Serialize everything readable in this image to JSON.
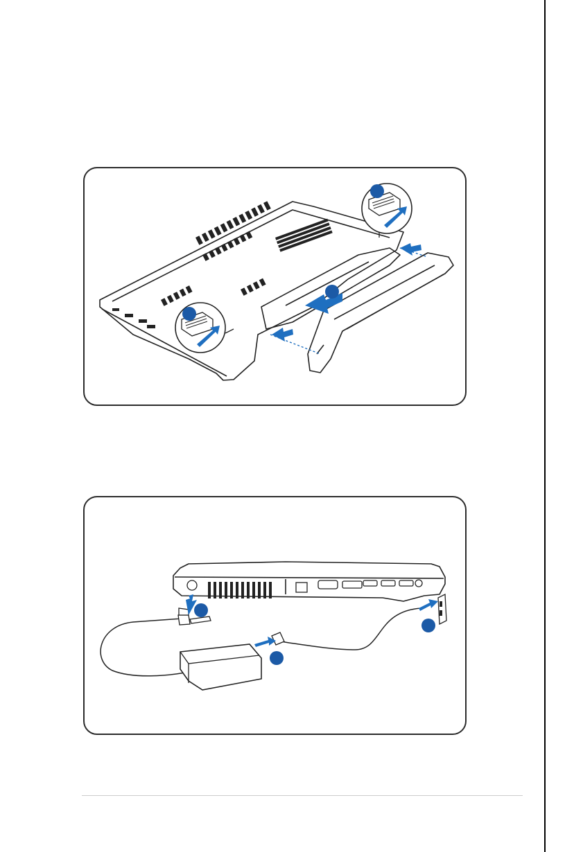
{
  "colors": {
    "callout_blue": "#1c5aa6",
    "arrow_blue": "#1f6fc0",
    "line": "#222222",
    "edge_line": "#000000"
  },
  "figures": [
    {
      "id": "battery-installation",
      "callouts": 3
    },
    {
      "id": "power-adapter-connection",
      "callouts": 3
    }
  ]
}
